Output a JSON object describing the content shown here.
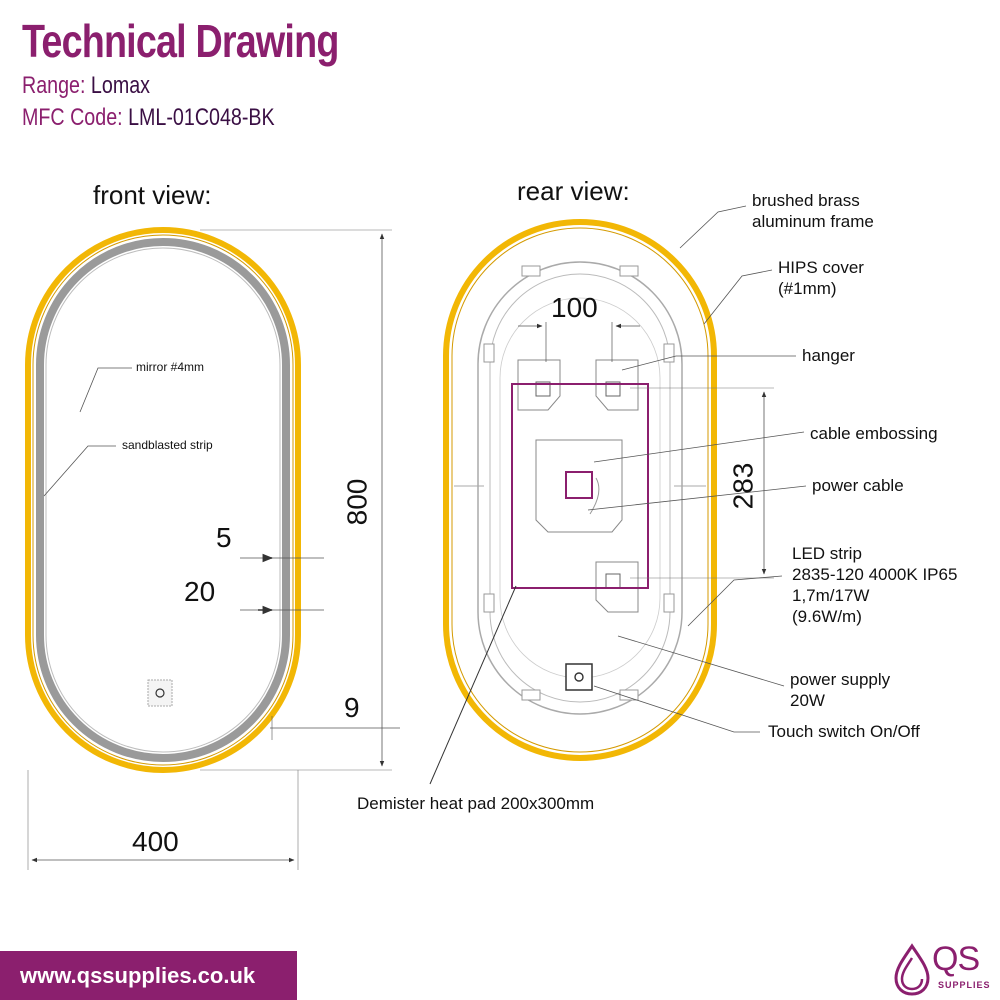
{
  "header": {
    "title": "Technical Drawing",
    "range_label": "Range:",
    "range_value": "Lomax",
    "code_label": "MFC Code:",
    "code_value": "LML-01C048-BK"
  },
  "front": {
    "view_label": "front view:",
    "mirror_label": "mirror #4mm",
    "sandblasted_label": "sandblasted strip",
    "dim_width": "400",
    "dim_height": "800",
    "dim_5": "5",
    "dim_20": "20",
    "dim_9": "9"
  },
  "rear": {
    "view_label": "rear view:",
    "dim_100": "100",
    "dim_283": "283",
    "frame_line1": "brushed brass",
    "frame_line2": "aluminum frame",
    "hips_line1": "HIPS cover",
    "hips_line2": "(#1mm)",
    "hanger": "hanger",
    "cable_embossing": "cable embossing",
    "power_cable": "power cable",
    "led_line1": "LED strip",
    "led_line2": "2835-120 4000K IP65",
    "led_line3": "1,7m/17W",
    "led_line4": "(9.6W/m)",
    "psu_line1": "power supply",
    "psu_line2": "20W",
    "touch_switch": "Touch switch On/Off",
    "demister": "Demister heat pad 200x300mm"
  },
  "footer": {
    "url": "www.qssupplies.co.uk"
  },
  "logo": {
    "brand": "QS",
    "sub": "SUPPLIES"
  },
  "colors": {
    "brand": "#8b1f6e",
    "frame": "#f2b705",
    "sandblast": "#8a8a8a",
    "line": "#555555",
    "pad": "#8b1f6e"
  }
}
